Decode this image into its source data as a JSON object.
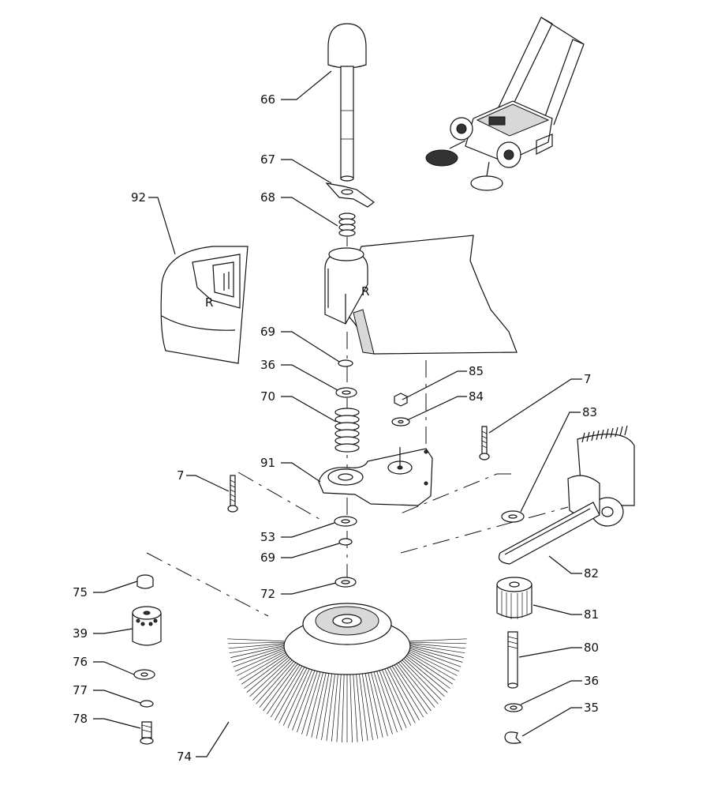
{
  "callouts": {
    "c66": "66",
    "c67": "67",
    "c68": "68",
    "c92": "92",
    "c69a": "69",
    "c36a": "36",
    "c70": "70",
    "c85": "85",
    "c84": "84",
    "c7a": "7",
    "c83": "83",
    "c91": "91",
    "c7b": "7",
    "c53": "53",
    "c69b": "69",
    "c72": "72",
    "c82": "82",
    "c75": "75",
    "c39": "39",
    "c81": "81",
    "c80": "80",
    "c76": "76",
    "c36b": "36",
    "c35": "35",
    "c77": "77",
    "c78": "78",
    "c74": "74"
  },
  "side_marks": {
    "cover_left": "R",
    "arm_right": "R"
  },
  "icons": [
    "sweeper-overview-icon",
    "knob-rod-icon",
    "brush-icon",
    "gear-pulley-icon"
  ]
}
